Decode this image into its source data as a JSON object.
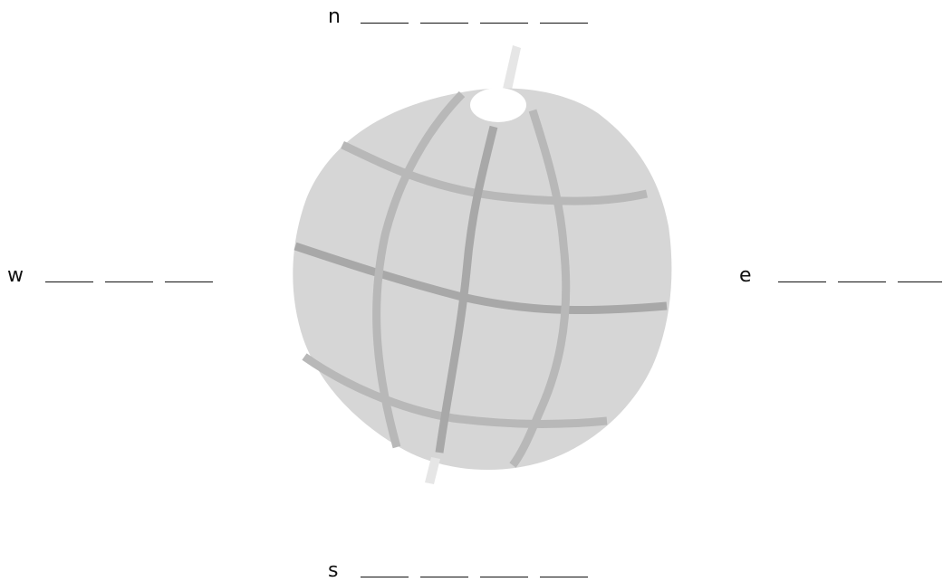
{
  "compass": {
    "north": {
      "letter": "n",
      "blank_count": 4
    },
    "south": {
      "letter": "s",
      "blank_count": 4
    },
    "west": {
      "letter": "w",
      "blank_count": 3
    },
    "east": {
      "letter": "e",
      "blank_count": 3
    }
  },
  "colors": {
    "globe_fill": "#d6d6d6",
    "grid_line_light": "#b8b8b8",
    "grid_line_dark": "#a8a8a8",
    "axis": "#e6e6e6",
    "text": "#111111"
  }
}
